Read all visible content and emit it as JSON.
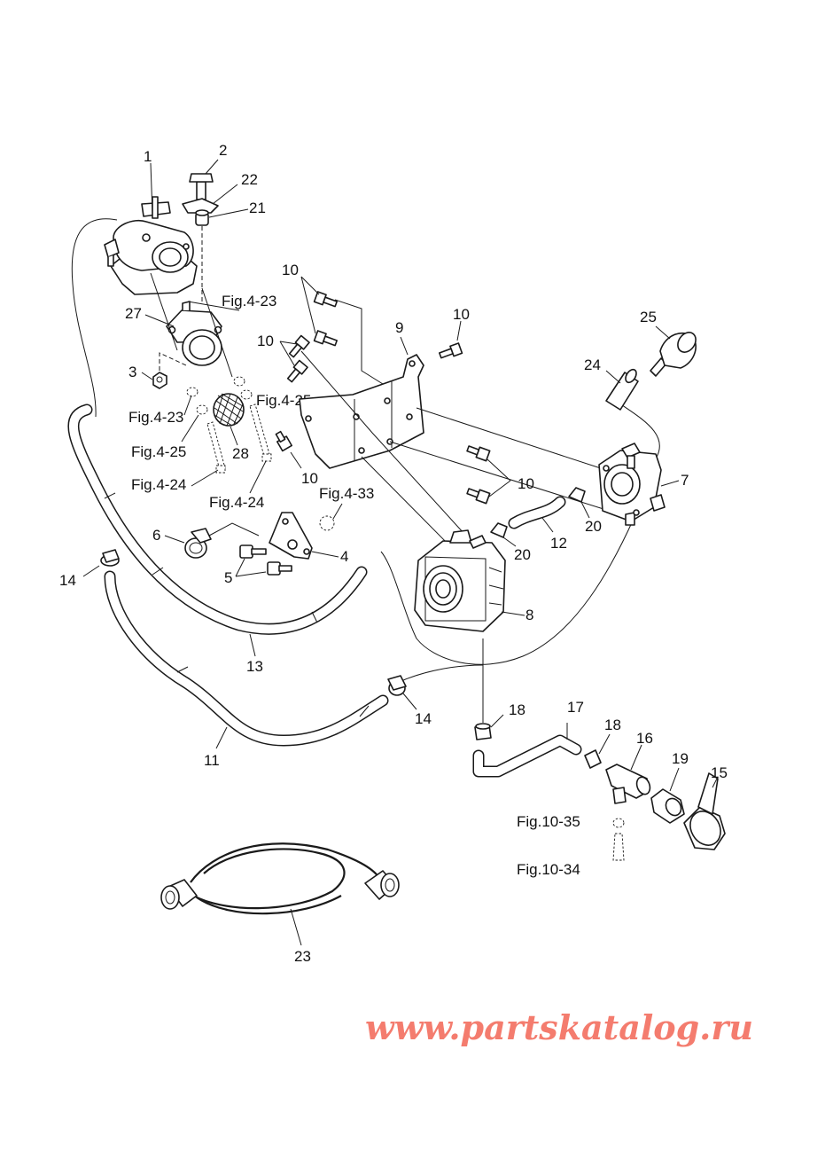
{
  "labels": {
    "p1": "1",
    "p2": "2",
    "p3": "3",
    "p4": "4",
    "p5": "5",
    "p6": "6",
    "p7": "7",
    "p8": "8",
    "p9": "9",
    "p10a": "10",
    "p10b": "10",
    "p10c": "10",
    "p10d": "10",
    "p10e": "10",
    "p11": "11",
    "p12": "12",
    "p13": "13",
    "p14a": "14",
    "p14b": "14",
    "p15": "15",
    "p16": "16",
    "p17": "17",
    "p18a": "18",
    "p18b": "18",
    "p19": "19",
    "p20a": "20",
    "p20b": "20",
    "p21": "21",
    "p22": "22",
    "p23": "23",
    "p24": "24",
    "p25": "25",
    "p27": "27",
    "p28": "28",
    "fig423a": "Fig.4-23",
    "fig423b": "Fig.4-23",
    "fig425a": "Fig.4-25",
    "fig425b": "Fig.4-25",
    "fig424a": "Fig.4-24",
    "fig424b": "Fig.4-24",
    "fig433": "Fig.4-33",
    "fig1035": "Fig.10-35",
    "fig1034": "Fig.10-34"
  },
  "watermark": {
    "text": "www.partskatalog.ru",
    "color": "#f47c6e"
  }
}
